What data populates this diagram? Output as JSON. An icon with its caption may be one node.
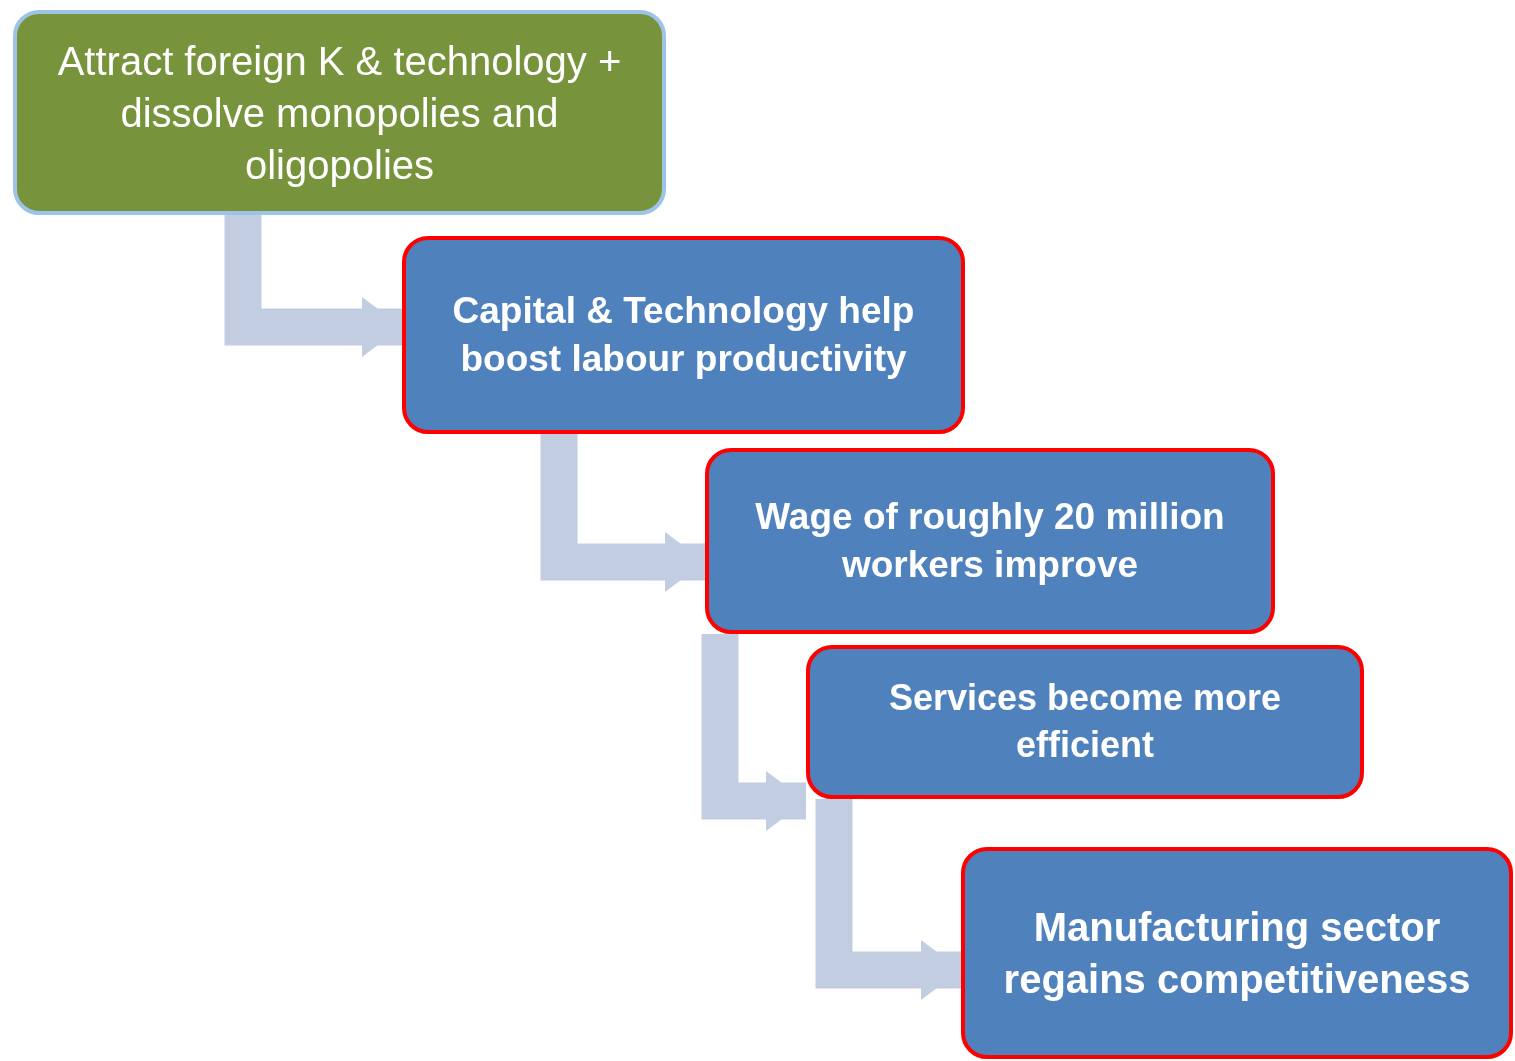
{
  "diagram": {
    "nodes": [
      {
        "text": [
          "Attract foreign K & technology + dissolve monopolies and oligopolies"
        ]
      },
      {
        "text": [
          "Capital & Technology help boost labour productivity"
        ]
      },
      {
        "text": [
          "Wage of roughly 20 million workers improve"
        ]
      },
      {
        "text": [
          "Services become more efficient"
        ]
      },
      {
        "text": [
          "Manufacturing sector regains competitiveness"
        ]
      }
    ],
    "edges": [
      {
        "from": 0,
        "to": 1,
        "arrow": "to"
      },
      {
        "from": 1,
        "to": 2,
        "arrow": "to"
      },
      {
        "from": 2,
        "to": 3,
        "arrow": "to"
      },
      {
        "from": 3,
        "to": 4,
        "arrow": "to"
      }
    ]
  }
}
